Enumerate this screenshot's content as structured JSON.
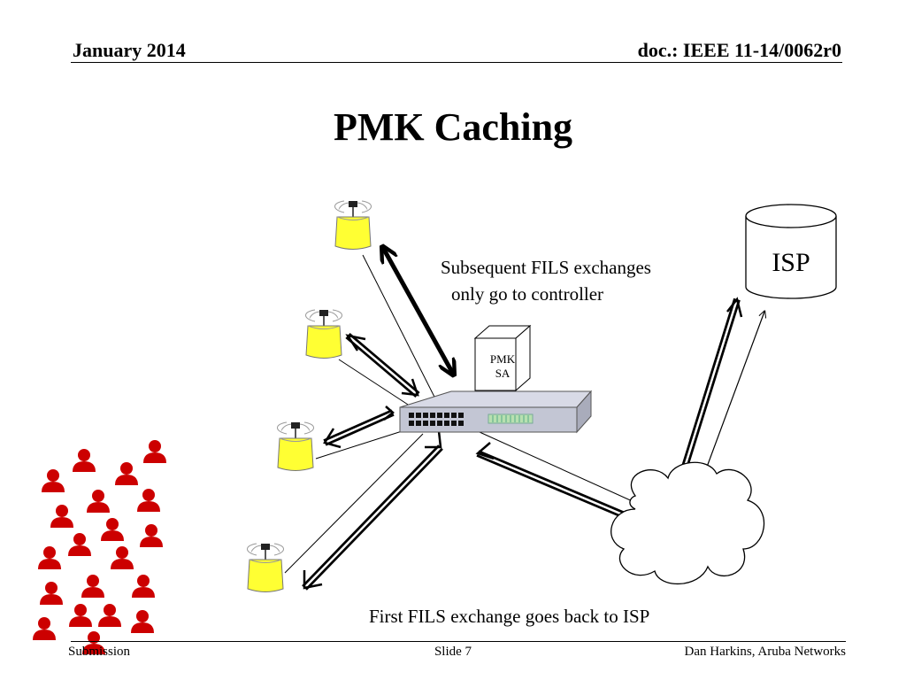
{
  "header": {
    "date": "January 2014",
    "doc_id": "doc.: IEEE 11-14/0062r0"
  },
  "title": "PMK Caching",
  "diagram": {
    "note_subsequent_line1": "Subsequent FILS exchanges",
    "note_subsequent_line2": "only go to controller",
    "note_first": "First FILS exchange goes back to ISP",
    "isp_label": "ISP",
    "pmk_label_line1": "PMK",
    "pmk_label_line2": "SA",
    "colors": {
      "access_point": "#ffff33",
      "user_icon": "#cc0000",
      "switch": "#c8cbd8"
    }
  },
  "footer": {
    "left": "Submission",
    "center": "Slide 7",
    "right": "Dan Harkins, Aruba Networks"
  }
}
